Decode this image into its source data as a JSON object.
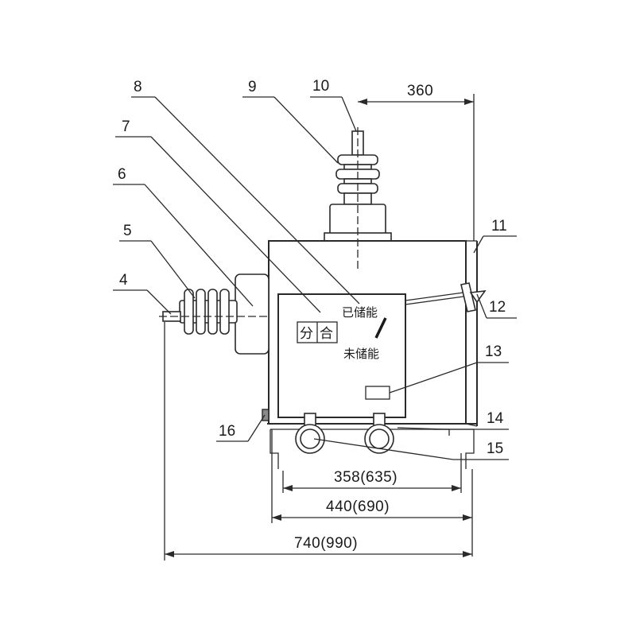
{
  "callouts": {
    "c4": "4",
    "c5": "5",
    "c6": "6",
    "c7": "7",
    "c8": "8",
    "c9": "9",
    "c10": "10",
    "c11": "11",
    "c12": "12",
    "c13": "13",
    "c14": "14",
    "c15": "15",
    "c16": "16"
  },
  "dimensions": {
    "top_offset": "360",
    "wheel_span": "358(635)",
    "body_width": "440(690)",
    "overall_width": "740(990)"
  },
  "panel_labels": {
    "charged": "已储能",
    "uncharged": "未储能",
    "open": "分",
    "close": "合"
  }
}
